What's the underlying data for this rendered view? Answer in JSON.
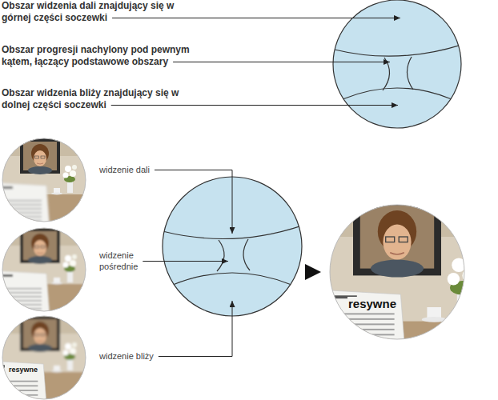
{
  "diagram": {
    "labels": [
      "Obszar widzenia dali znajdujący się w górnej części soczewki",
      "Obszar progresji nachylony pod pewnym kątem, łączący podstawowe obszary",
      "Obszar widzenia bliży znajdujący się w dolnej części soczewki",
      "widzenie dali",
      "widzenie pośrednie",
      "widzenie bliży",
      "resywne",
      "resywne"
    ]
  }
}
